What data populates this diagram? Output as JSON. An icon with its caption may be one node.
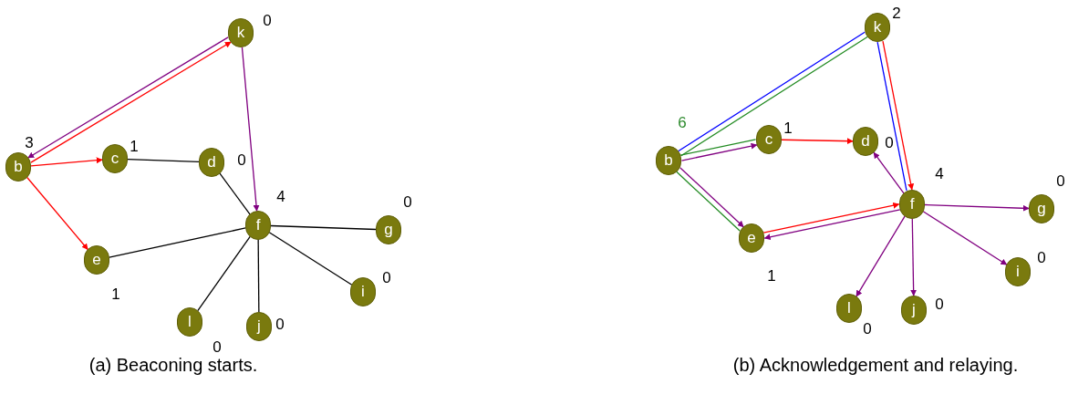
{
  "diagram": {
    "nodes": [
      {
        "text": [
          "k"
        ],
        "beside": [
          "0"
        ]
      },
      {
        "text": [
          "b"
        ],
        "beside": [
          "3"
        ]
      },
      {
        "text": [
          "c"
        ],
        "beside": [
          "1"
        ]
      },
      {
        "text": [
          "d"
        ],
        "beside": [
          "0"
        ]
      },
      {
        "text": [
          "f"
        ],
        "beside": [
          "4"
        ]
      },
      {
        "text": [
          "g"
        ],
        "beside": [
          "0"
        ]
      },
      {
        "text": [
          "e"
        ],
        "beside": [
          "1"
        ]
      },
      {
        "text": [
          "i"
        ],
        "beside": [
          "0"
        ]
      },
      {
        "text": [
          "l"
        ],
        "beside": [
          "0"
        ]
      },
      {
        "text": [
          "j"
        ],
        "beside": [
          "0"
        ]
      },
      {
        "text": [
          "k"
        ],
        "beside": [
          "2"
        ]
      },
      {
        "text": [
          "b"
        ],
        "beside": [
          "6"
        ]
      },
      {
        "text": [
          "c"
        ],
        "beside": [
          "1"
        ]
      },
      {
        "text": [
          "d"
        ],
        "beside": [
          "0"
        ]
      },
      {
        "text": [
          "f"
        ],
        "beside": [
          "4"
        ]
      },
      {
        "text": [
          "g"
        ],
        "beside": [
          "0"
        ]
      },
      {
        "text": [
          "e"
        ],
        "beside": [
          "1"
        ]
      },
      {
        "text": [
          "i"
        ],
        "beside": [
          "0"
        ]
      },
      {
        "text": [
          "l"
        ],
        "beside": [
          "0"
        ]
      },
      {
        "text": [
          "j"
        ],
        "beside": [
          "0"
        ]
      }
    ],
    "edges": [
      {
        "from": 0,
        "to": 1,
        "arrow": "to",
        "color": "#800080"
      },
      {
        "from": 1,
        "to": 0,
        "arrow": "to",
        "color": "#ff0000"
      },
      {
        "from": 1,
        "to": 2,
        "arrow": "to",
        "color": "#ff0000"
      },
      {
        "from": 1,
        "to": 6,
        "arrow": "to",
        "color": "#ff0000"
      },
      {
        "from": 0,
        "to": 4,
        "arrow": "to",
        "color": "#800080"
      },
      {
        "from": 2,
        "to": 3,
        "arrow": "none",
        "color": "#000000"
      },
      {
        "from": 3,
        "to": 4,
        "arrow": "none",
        "color": "#000000"
      },
      {
        "from": 4,
        "to": 5,
        "arrow": "none",
        "color": "#000000"
      },
      {
        "from": 4,
        "to": 6,
        "arrow": "none",
        "color": "#000000"
      },
      {
        "from": 4,
        "to": 7,
        "arrow": "none",
        "color": "#000000"
      },
      {
        "from": 4,
        "to": 8,
        "arrow": "none",
        "color": "#000000"
      },
      {
        "from": 4,
        "to": 9,
        "arrow": "none",
        "color": "#000000"
      },
      {
        "from": 11,
        "to": 10,
        "arrow": "none",
        "color": "#0000ff"
      },
      {
        "from": 11,
        "to": 10,
        "arrow": "none",
        "color": "#228b22"
      },
      {
        "from": 10,
        "to": 14,
        "arrow": "none",
        "color": "#0000ff"
      },
      {
        "from": 10,
        "to": 14,
        "arrow": "to",
        "color": "#ff0000"
      },
      {
        "from": 11,
        "to": 12,
        "arrow": "none",
        "color": "#228b22"
      },
      {
        "from": 11,
        "to": 12,
        "arrow": "to",
        "color": "#800080"
      },
      {
        "from": 12,
        "to": 13,
        "arrow": "to",
        "color": "#ff0000"
      },
      {
        "from": 11,
        "to": 16,
        "arrow": "to",
        "color": "#800080"
      },
      {
        "from": 11,
        "to": 16,
        "arrow": "none",
        "color": "#228b22"
      },
      {
        "from": 16,
        "to": 14,
        "arrow": "to",
        "color": "#ff0000"
      },
      {
        "from": 14,
        "to": 16,
        "arrow": "to",
        "color": "#800080"
      },
      {
        "from": 14,
        "to": 13,
        "arrow": "to",
        "color": "#800080"
      },
      {
        "from": 14,
        "to": 15,
        "arrow": "to",
        "color": "#800080"
      },
      {
        "from": 14,
        "to": 17,
        "arrow": "to",
        "color": "#800080"
      },
      {
        "from": 14,
        "to": 19,
        "arrow": "to",
        "color": "#800080"
      },
      {
        "from": 14,
        "to": 18,
        "arrow": "to",
        "color": "#800080"
      }
    ],
    "labels": [
      "(a) Beaconing starts.",
      "(b) Acknowledgement and relaying."
    ]
  }
}
